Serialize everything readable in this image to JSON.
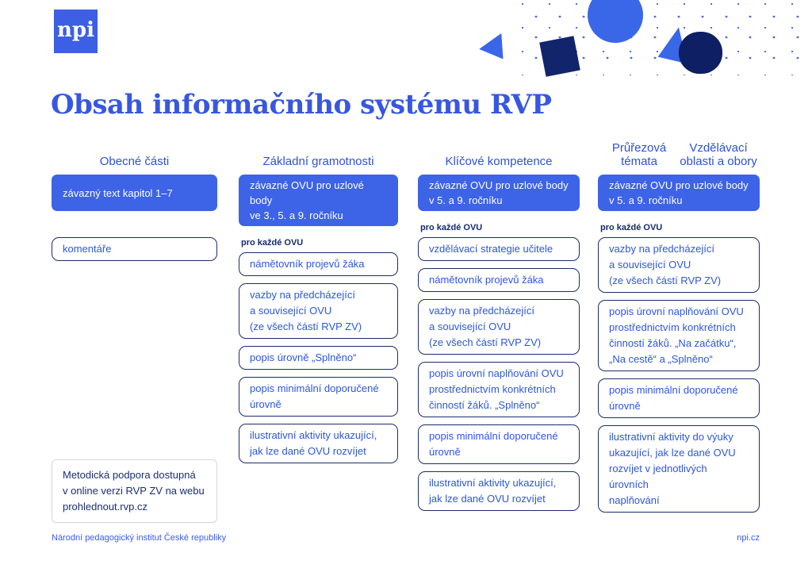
{
  "logo": {
    "text": "npi"
  },
  "title": "Obsah informačního systému RVP",
  "columns": [
    {
      "headers": [
        "Obecné části"
      ],
      "filled_box": "závazný text kapitol 1–7",
      "per_ovu_label": "",
      "boxes": [
        "komentáře"
      ],
      "note_box": "Metodická podpora dostupná\nv online verzi RVP ZV na webu\nprohlednout.rvp.cz"
    },
    {
      "headers": [
        "Základní gramotnosti"
      ],
      "filled_box": "závazné OVU pro uzlové body\nve 3., 5. a 9. ročníku",
      "per_ovu_label": "pro každé OVU",
      "boxes": [
        "námětovník projevů žáka",
        "vazby na předcházející\na související OVU\n(ze všech částí RVP ZV)",
        "popis úrovně „Splněno“",
        "popis minimální doporučené\núrovně",
        "ilustrativní aktivity ukazující,\njak lze dané OVU rozvíjet"
      ]
    },
    {
      "headers": [
        "Klíčové kompetence"
      ],
      "filled_box": "závazné OVU pro uzlové body\nv 5. a 9. ročníku",
      "per_ovu_label": "pro každé OVU",
      "boxes": [
        "vzdělávací strategie učitele",
        "námětovník projevů žáka",
        "vazby na předcházející\na související OVU\n(ze všech částí RVP ZV)",
        "popis úrovní naplňování OVU\nprostřednictvím konkrétních\nčinností žáků. „Splněno“",
        "popis minimální doporučené\núrovně",
        "ilustrativní aktivity ukazující,\njak lze dané OVU rozvíjet"
      ]
    },
    {
      "headers": [
        "Průřezová\ntémata",
        "Vzdělávací\noblasti a obory"
      ],
      "filled_box": "závazné OVU pro uzlové body\nv 5. a 9. ročníku",
      "per_ovu_label": "pro každé OVU",
      "boxes": [
        "vazby na předcházející\na související OVU\n(ze všech částí RVP ZV)",
        "popis úrovní naplňování OVU\nprostřednictvím konkrétních\nčinností žáků. „Na začátku“,\n„Na cestě“ a „Splněno“",
        "popis minimální doporučené\núrovně",
        "ilustrativní aktivity do výuky\nukazující, jak lze dané OVU\nrozvíjet v jednotlivých úrovních\nnaplňování"
      ]
    }
  ],
  "footer": {
    "left": "Národní pedagogický institut České republiky",
    "right": "npi.cz"
  },
  "colors": {
    "accent_blue": "#3d63e6",
    "decor_blue": "#3a66e8",
    "dark_navy": "#12246b",
    "box_border_navy": "#1b2c6e",
    "box_text_blue": "#2d56dd",
    "title_blue": "#3857e0"
  }
}
